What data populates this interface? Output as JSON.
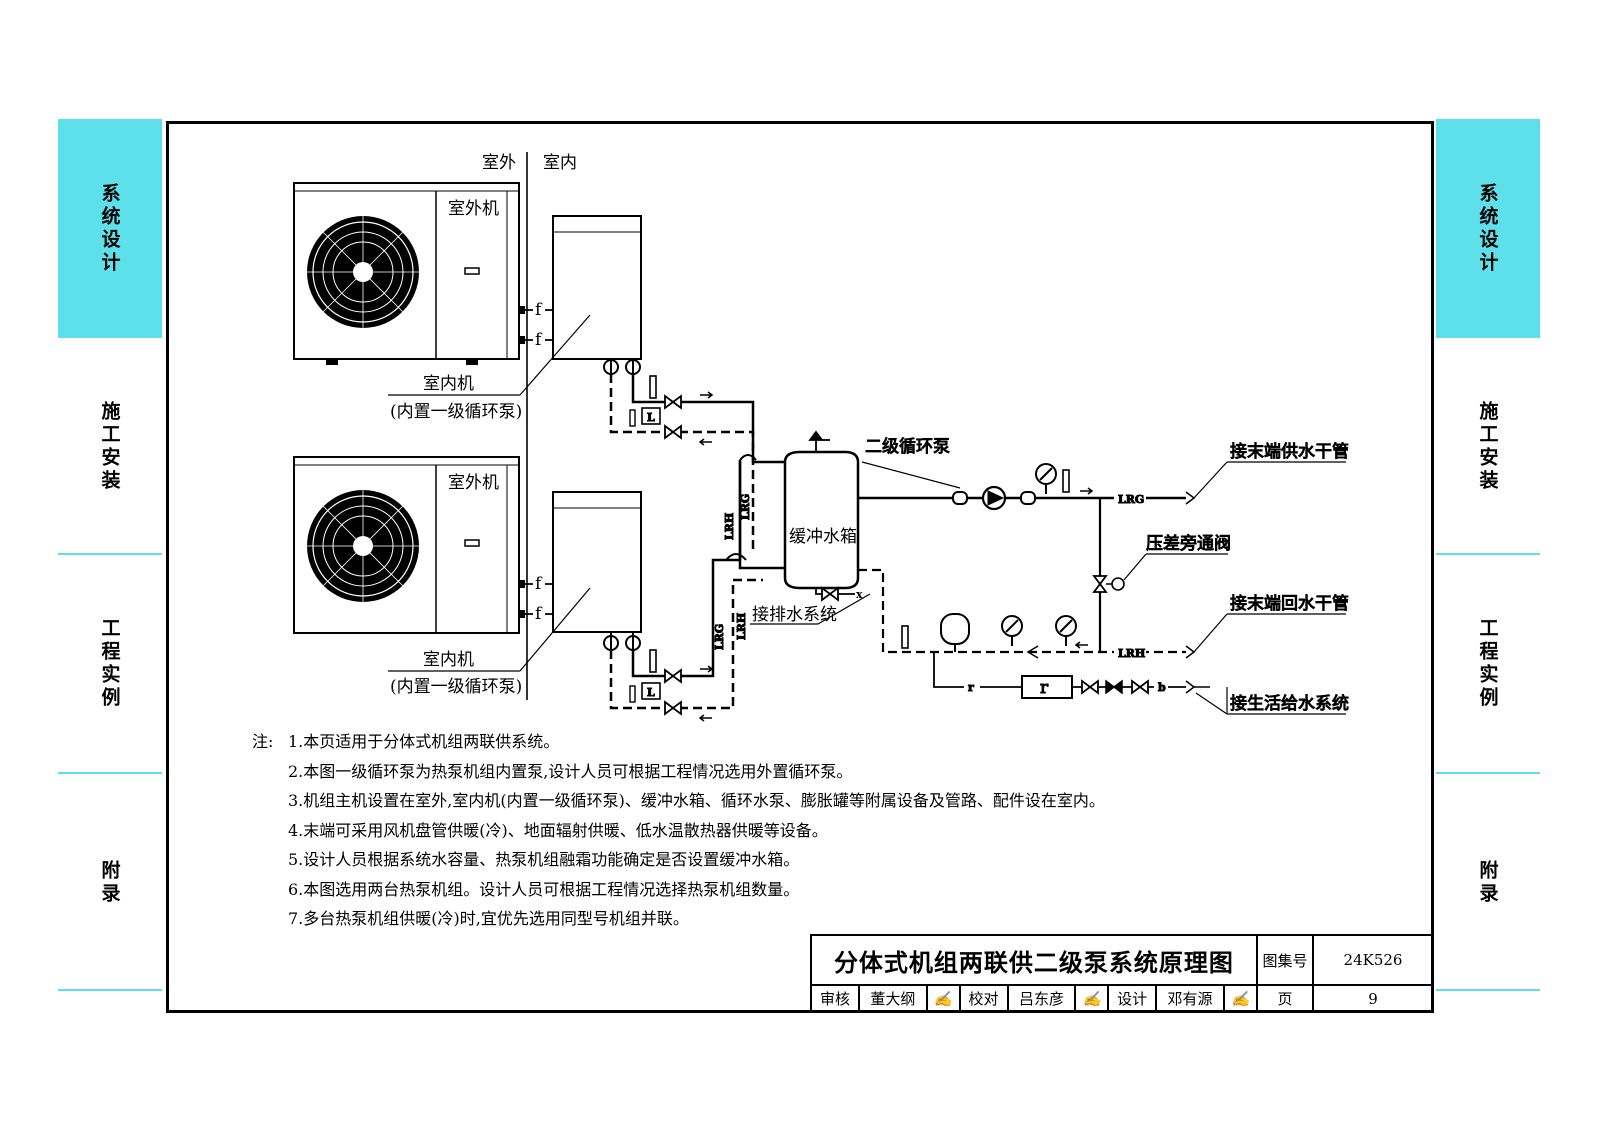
{
  "side_tabs": [
    {
      "label": "系统设计",
      "active": true
    },
    {
      "label": "施工安装",
      "active": false
    },
    {
      "label": "工程实例",
      "active": false
    },
    {
      "label": "附录",
      "active": false
    }
  ],
  "colors": {
    "tab_active": "#5ee0ea",
    "line": "#000000"
  },
  "diagram": {
    "zone_outdoor": "室外",
    "zone_indoor": "室内",
    "outdoor_unit_label": "室外机",
    "indoor_unit_label": "室内机",
    "indoor_unit_sublabel": "(内置一级循环泵)",
    "buffer_tank_label": "缓冲水箱",
    "secondary_pump_label": "二级循环泵",
    "bypass_valve_label": "压差旁通阀",
    "supply_main_label": "接末端供水干管",
    "return_main_label": "接末端回水干管",
    "drain_label": "接排水系统",
    "domestic_water_label": "接生活给水系统",
    "pipe_f": "f",
    "pipe_lrg": "LRG",
    "pipe_lrh": "LRH",
    "pipe_r": "r",
    "pipe_b": "b",
    "pipe_x": "x",
    "filter_L": "L",
    "softener_r": "r"
  },
  "notes": {
    "heading": "注:",
    "items": [
      "1.本页适用于分体式机组两联供系统。",
      "2.本图一级循环泵为热泵机组内置泵,设计人员可根据工程情况选用外置循环泵。",
      "3.机组主机设置在室外,室内机(内置一级循环泵)、缓冲水箱、循环水泵、膨胀罐等附属设备及管路、配件设在室内。",
      "4.末端可采用风机盘管供暖(冷)、地面辐射供暖、低水温散热器供暖等设备。",
      "5.设计人员根据系统水容量、热泵机组融霜功能确定是否设置缓冲水箱。",
      "6.本图选用两台热泵机组。设计人员可根据工程情况选择热泵机组数量。",
      "7.多台热泵机组供暖(冷)时,宜优先选用同型号机组并联。"
    ]
  },
  "title_block": {
    "title": "分体式机组两联供二级泵系统原理图",
    "atlas_label": "图集号",
    "atlas_no": "24K526",
    "review_label": "审核",
    "reviewer": "董大纲",
    "check_label": "校对",
    "checker": "吕东彦",
    "design_label": "设计",
    "designer": "邓有源",
    "page_label": "页",
    "page_no": "9"
  }
}
